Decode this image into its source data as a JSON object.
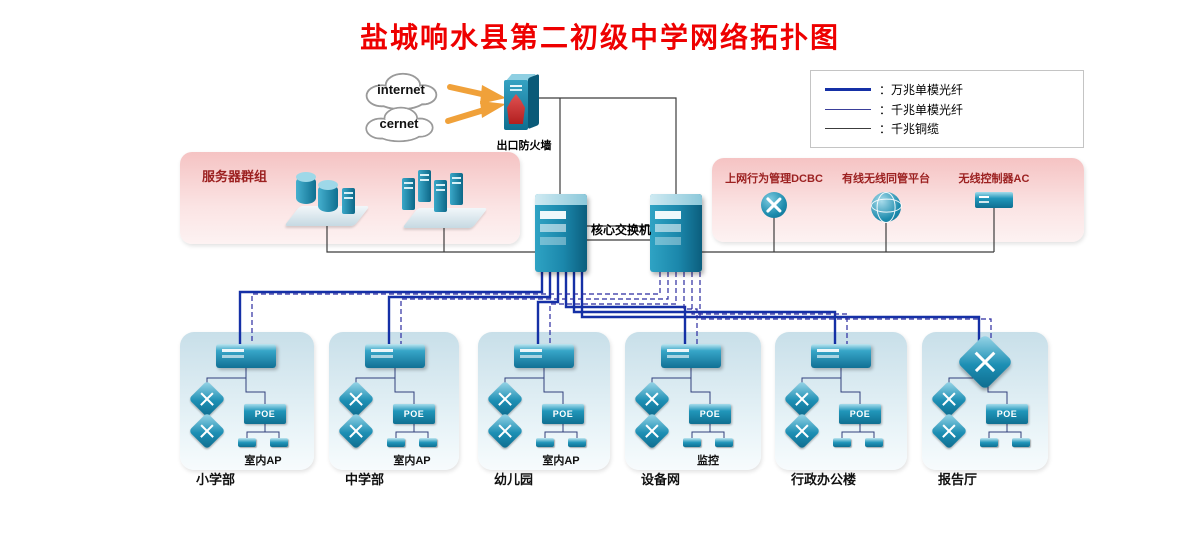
{
  "title": "盐城响水县第二初级中学网络拓扑图",
  "clouds": [
    {
      "label": "internet"
    },
    {
      "label": "cernet"
    }
  ],
  "firewall": {
    "label": "出口防火墙"
  },
  "core": {
    "label": "核心交换机"
  },
  "legend": {
    "items": [
      {
        "label": "：万兆单模光纤",
        "style": "thick-solid",
        "color": "#1530a6"
      },
      {
        "label": "：千兆单模光纤",
        "style": "thin-solid",
        "color": "#3a3f9a"
      },
      {
        "label": "：千兆铜缆",
        "style": "thin-solid",
        "color": "#3c3c3c"
      }
    ]
  },
  "server_group": {
    "label": "服务器群组"
  },
  "management": {
    "items": [
      {
        "label": "上网行为管理DCBC",
        "icon": "router-icon"
      },
      {
        "label": "有线无线同管平台",
        "icon": "globe-icon"
      },
      {
        "label": "无线控制器AC",
        "icon": "ac-controller-icon"
      }
    ]
  },
  "groups": [
    {
      "label": "小学部",
      "sub_label": "室内AP"
    },
    {
      "label": "中学部",
      "sub_label": "室内AP"
    },
    {
      "label": "幼儿园",
      "sub_label": "室内AP"
    },
    {
      "label": "设备网",
      "sub_label": "监控"
    },
    {
      "label": "行政办公楼",
      "sub_label": ""
    },
    {
      "label": "报告厅",
      "sub_label": ""
    }
  ],
  "icons": {
    "poe_label": "POE"
  },
  "colors": {
    "title_red": "#ee0000",
    "device_teal": "#1b8fb4",
    "fiber_10g": "#1530a6",
    "fiber_1g": "#3a3f9a",
    "copper": "#3c3c3c",
    "arrow_orange": "#f0a13a",
    "label_dark_red": "#9c2121",
    "pink_box": "#f5c3c3",
    "blue_box": "#c8dfe9"
  }
}
